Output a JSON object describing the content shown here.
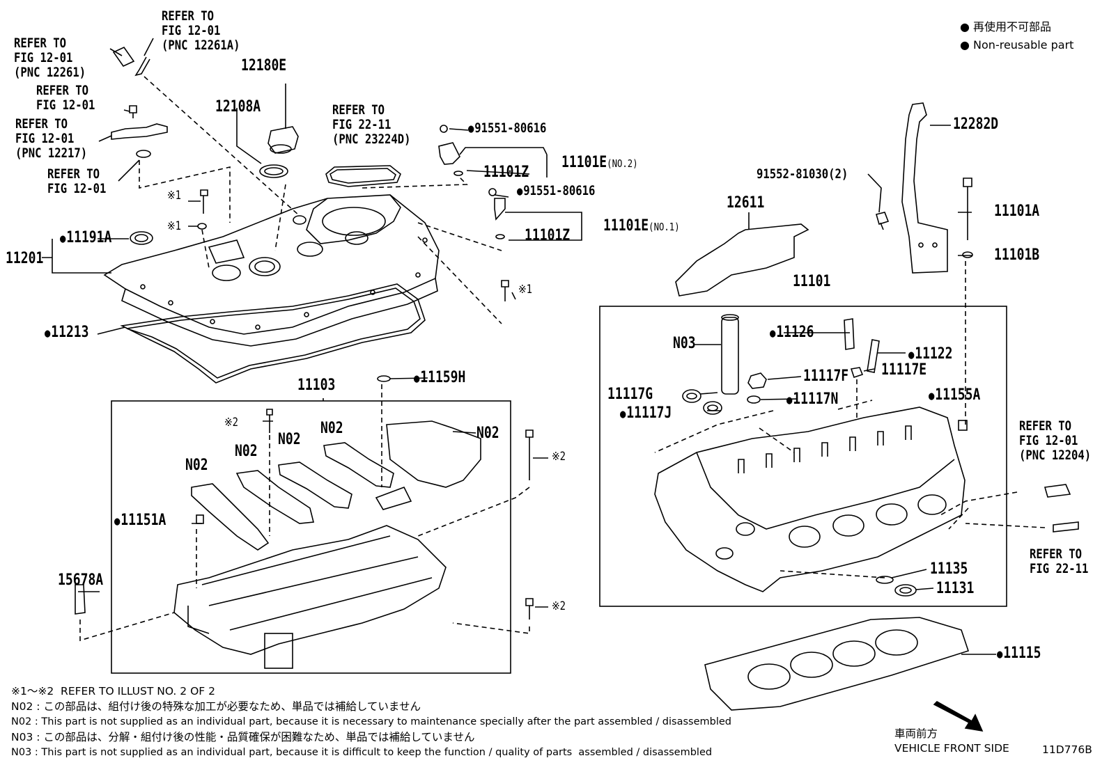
{
  "legend": {
    "jp": "再使用不可部品",
    "en": "Non-reusable part"
  },
  "labels": {
    "ref_12_01_a": "REFER TO\nFIG 12-01\n(PNC 12261)",
    "ref_12_01_b": "REFER TO\nFIG 12-01\n(PNC 12261A)",
    "ref_12_01_c": "REFER TO\nFIG 12-01",
    "ref_12_01_d": "REFER TO\nFIG 12-01\n(PNC 12217)",
    "ref_12_01_e": "REFER TO\nFIG 12-01",
    "ref_22_11_a": "REFER TO\nFIG 22-11\n(PNC 23224D)",
    "ref_12_01_f": "REFER TO\nFIG 12-01\n(PNC 12204)",
    "ref_22_11_b": "REFER TO\nFIG 22-11",
    "p12180E": "12180E",
    "p12108A": "12108A",
    "p91551_80616_a": "91551-80616",
    "p91551_80616_b": "91551-80616",
    "p11101Z_a": "11101Z",
    "p11101Z_b": "11101Z",
    "p11101E_no2": "11101E",
    "no2": "(NO.2)",
    "p11101E_no1": "11101E",
    "no1": "(NO.1)",
    "p12282D": "12282D",
    "p91552_81030": "91552-81030(2)",
    "p12611": "12611",
    "p11101A": "11101A",
    "p11101B": "11101B",
    "p11101": "11101",
    "x1a": "※1",
    "x1b": "※1",
    "x1c": "※1",
    "p11191A": "11191A",
    "p11201": "11201",
    "p11213": "11213",
    "p11103": "11103",
    "p11159H": "11159H",
    "x2a": "※2",
    "x2b": "※2",
    "x2c": "※2",
    "n02_a": "N02",
    "n02_b": "N02",
    "n02_c": "N02",
    "n02_d": "N02",
    "n02_e": "N02",
    "p11151A": "11151A",
    "p15678A": "15678A",
    "n03": "N03",
    "p11126": "11126",
    "p11122": "11122",
    "p11117F": "11117F",
    "p11117E": "11117E",
    "p11117G": "11117G",
    "p11117J": "11117J",
    "p11117N": "11117N",
    "p11155A": "11155A",
    "p11135": "11135",
    "p11131": "11131",
    "p11115": "11115"
  },
  "notes": [
    "※1〜※2  REFER TO ILLUST NO. 2 OF 2",
    "N02 : この部品は、組付け後の特殊な加工が必要なため、単品では補給していません",
    "N02 : This part is not supplied as an individual part, because it is necessary to maintenance specially after the part assembled / disassembled",
    "N03 : この部品は、分解・組付け後の性能・品質確保が困難なため、単品では補給していません",
    "N03 : This part is not supplied as an individual part, because it is difficult to keep the function / quality of parts  assembled / disassembled"
  ],
  "front": {
    "jp": "車両前方",
    "en": "VEHICLE FRONT SIDE"
  },
  "fig_id": "11D776B"
}
